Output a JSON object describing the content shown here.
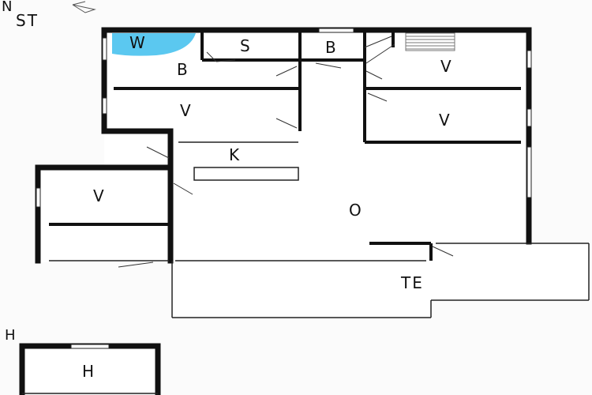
{
  "compass": {
    "north": "N",
    "street": "ST"
  },
  "rooms": {
    "wellness": "W",
    "shower": "S",
    "bath_center": "B",
    "bath_left": "B",
    "bedroom_top_left": "V",
    "bedroom_top_right": "V",
    "bedroom_mid_right": "V",
    "bedroom_left": "V",
    "kitchen": "K",
    "living": "O",
    "terrace": "TE"
  },
  "annex": {
    "marker": "H",
    "room": "H"
  },
  "colors": {
    "wall": "#111111",
    "floor": "#ffffff",
    "wellness": "#5bc8f0",
    "background": "#fbfbfb"
  }
}
